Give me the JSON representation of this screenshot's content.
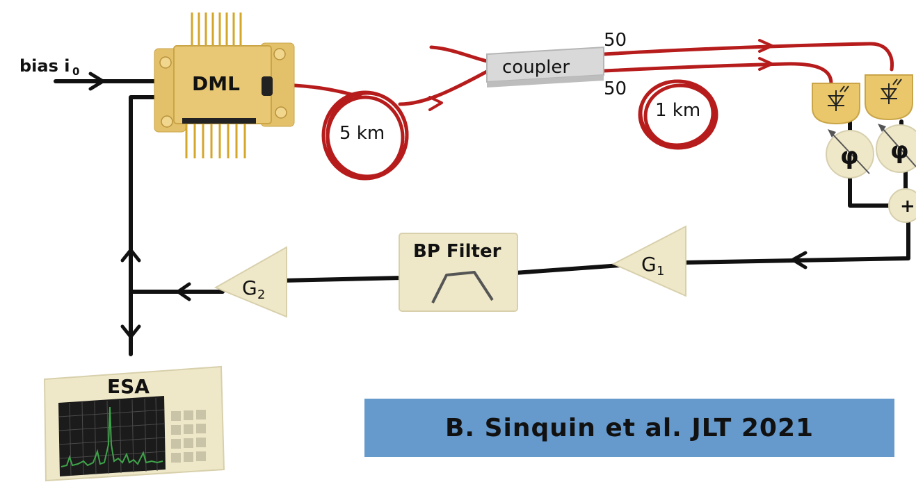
{
  "labels": {
    "bias": "bias i",
    "bias_sub": "0",
    "dml": "DML",
    "coupler": "coupler",
    "ratio_top": "50",
    "ratio_bottom": "50",
    "fiber_5km": "5  km",
    "fiber_1km": "1 km",
    "phase_1": "φ",
    "phase_2": "φ",
    "sum": "+",
    "g1": "G",
    "g1_sub": "1",
    "g2": "G",
    "g2_sub": "2",
    "bp_filter": "BP Filter",
    "esa": "ESA"
  },
  "reference": "B. Sinquin et al. JLT 2021",
  "colors": {
    "fiber": "#c81e1e",
    "wire": "#111111",
    "dml_body": "#e8c874",
    "component_body": "#efe8c8",
    "coupler_body": "#dcdcdc",
    "photodiode": "#e9c76a",
    "banner": "#6699cc",
    "esa_trace": "#3fa34a"
  }
}
